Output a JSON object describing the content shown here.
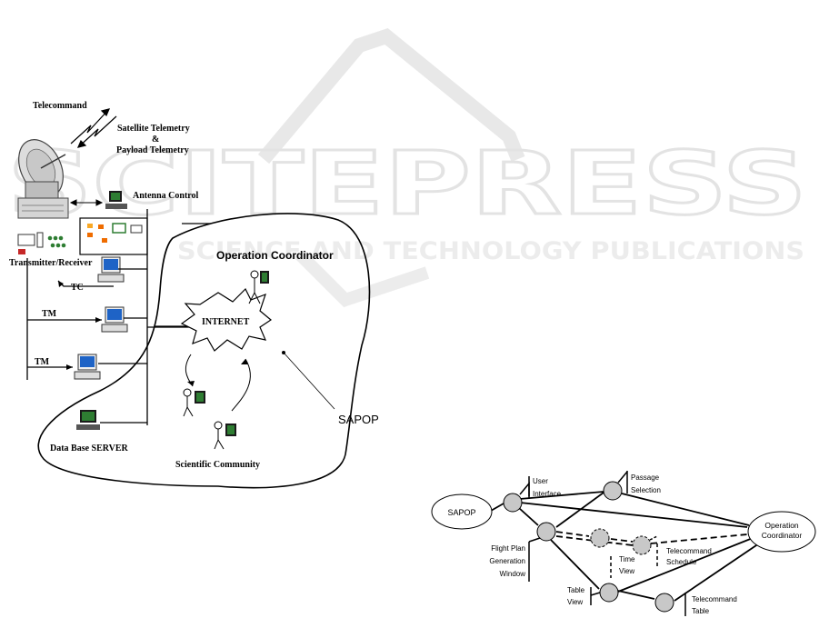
{
  "watermark": {
    "title": "SCITEPRESS",
    "subtitle": "SCIENCE AND TECHNOLOGY PUBLICATIONS"
  },
  "network_diagram": {
    "telecommand": "Telecommand",
    "satellite_telemetry": "Satellite Telemetry",
    "ampersand": "&",
    "payload_telemetry": "Payload Telemetry",
    "antenna_control": "Antenna Control",
    "transmitter_receiver": "Transmitter/Receiver",
    "tc": "TC",
    "tm_1": "TM",
    "tm_2": "TM",
    "internet": "INTERNET",
    "operation_coordinator": "Operation Coordinator",
    "database_server": "Data Base SERVER",
    "scientific_community": "Scientific Community",
    "sapop": "SAPOP"
  },
  "use_case_diagram": {
    "sapop": "SAPOP",
    "user_interface": [
      "User",
      "Interface"
    ],
    "passage_selection": [
      "Passage",
      "Selection"
    ],
    "operation_coordinator": [
      "Operation",
      "Coordinator"
    ],
    "flight_plan_window": [
      "Flight Plan",
      "Generation",
      "Window"
    ],
    "time_view": [
      "Time",
      "View"
    ],
    "telecommand_schedule": [
      "Telecommand",
      "Schedule"
    ],
    "table_view": [
      "Table",
      "View"
    ],
    "telecommand_table": [
      "Telecommand",
      "Table"
    ]
  }
}
